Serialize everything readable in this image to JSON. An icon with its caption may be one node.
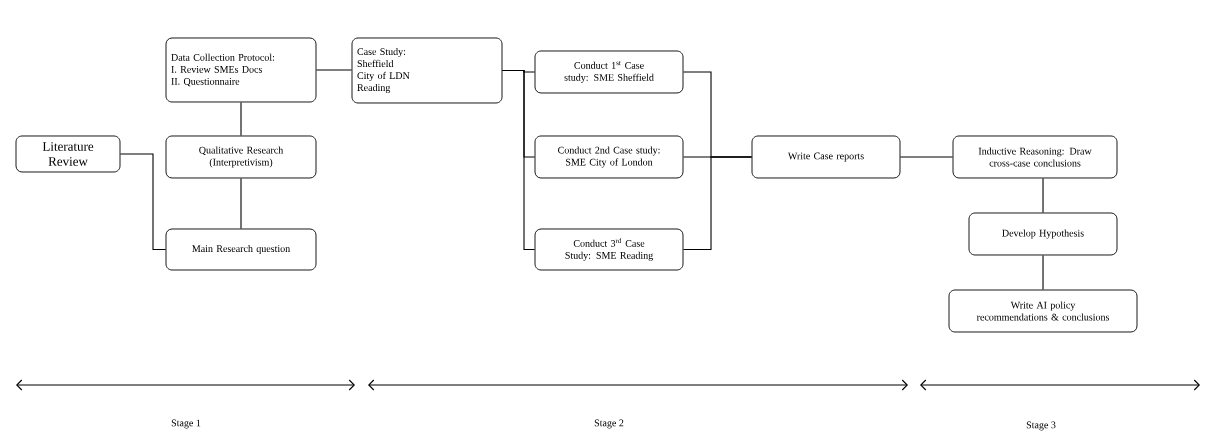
{
  "diagram": {
    "nodes": [
      {
        "text": [
          "Literature Review"
        ]
      },
      {
        "text": [
          "Data Collection Protocol:",
          "I. Review SMEs Docs",
          "II. Questionnaire"
        ]
      },
      {
        "text": [
          "Qualitative Research (Interpretivism)"
        ]
      },
      {
        "text": [
          "Main Research question"
        ]
      },
      {
        "text": [
          "Case Study:",
          "Sheffield",
          "City of LDN",
          "Reading"
        ]
      },
      {
        "text": [
          "Conduct 1$^{st}$ Case study: SME Sheffield"
        ]
      },
      {
        "text": [
          "Conduct 2nd Case study: SME City of London"
        ]
      },
      {
        "text": [
          "Conduct 3$^{rd}$ Case Study: SME Reading"
        ]
      },
      {
        "text": [
          "Write Case reports"
        ]
      },
      {
        "text": [
          "Inductive Reasoning: Draw cross-case conclusions"
        ]
      },
      {
        "text": [
          "Develop Hypothesis"
        ]
      },
      {
        "text": [
          "Write AI policy recommendations & conclusions"
        ]
      }
    ],
    "edges": [
      {
        "from": 0,
        "to": 3,
        "arrow": "none"
      },
      {
        "from": 1,
        "to": 2,
        "arrow": "none"
      },
      {
        "from": 2,
        "to": 3,
        "arrow": "none"
      },
      {
        "from": 1,
        "to": 4,
        "arrow": "none"
      },
      {
        "from": 4,
        "to": 5,
        "arrow": "none"
      },
      {
        "from": 4,
        "to": 6,
        "arrow": "none"
      },
      {
        "from": 4,
        "to": 7,
        "arrow": "none"
      },
      {
        "from": 5,
        "to": 8,
        "arrow": "none"
      },
      {
        "from": 6,
        "to": 8,
        "arrow": "none"
      },
      {
        "from": 7,
        "to": 8,
        "arrow": "none"
      },
      {
        "from": 8,
        "to": 9,
        "arrow": "none"
      },
      {
        "from": 9,
        "to": 10,
        "arrow": "none"
      },
      {
        "from": 10,
        "to": 11,
        "arrow": "none"
      }
    ],
    "labels": [
      "Stage 1",
      "Stage 2",
      "Stage 3"
    ]
  }
}
